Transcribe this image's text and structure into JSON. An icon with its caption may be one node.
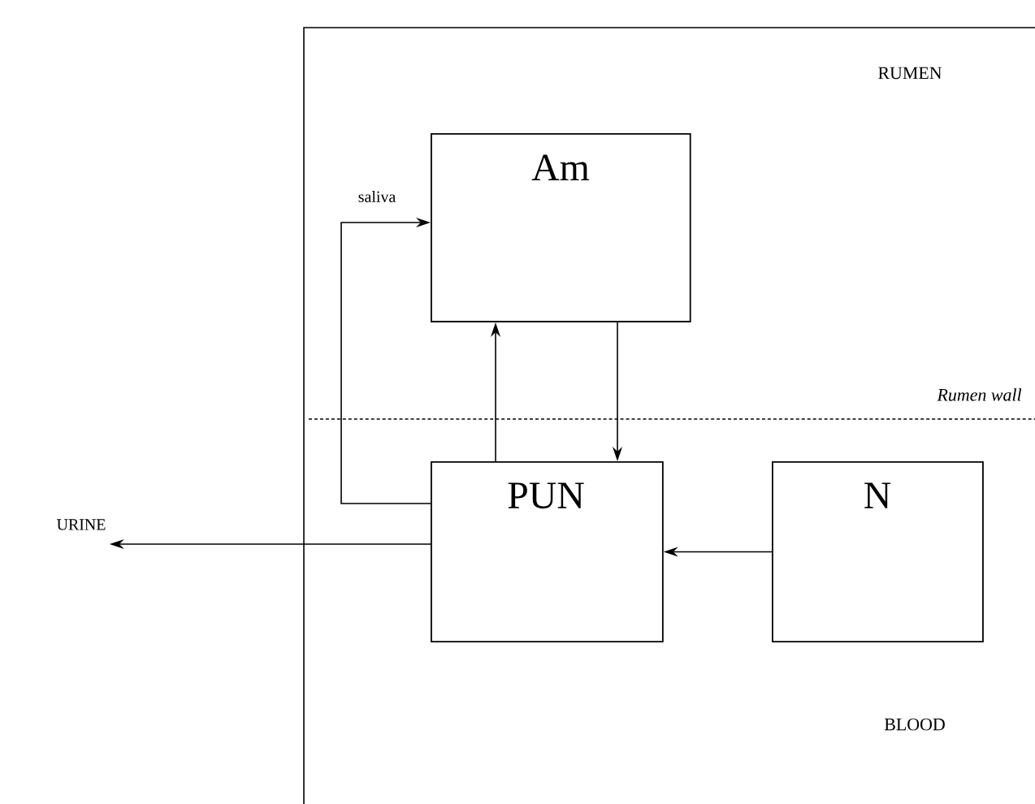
{
  "diagram": {
    "nodes": [
      {
        "text": [
          "Am"
        ]
      },
      {
        "text": [
          "PUN"
        ]
      },
      {
        "text": [
          "N"
        ]
      },
      {
        "text": [
          "URINE"
        ]
      }
    ],
    "edges": [
      {
        "from": 1,
        "to": 0,
        "arrow": "to",
        "label": "saliva"
      },
      {
        "from": 1,
        "to": 0,
        "arrow": "to"
      },
      {
        "from": 0,
        "to": 1,
        "arrow": "to"
      },
      {
        "from": 2,
        "to": 1,
        "arrow": "to"
      },
      {
        "from": 1,
        "to": 3,
        "arrow": "to"
      }
    ],
    "labels": [
      "RUMEN",
      "*Rumen wall*",
      "BLOOD"
    ]
  }
}
